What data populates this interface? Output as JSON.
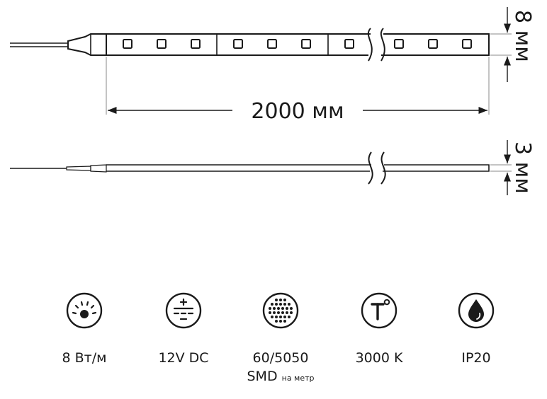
{
  "dimensions": {
    "length": "2000 мм",
    "width": "8 мм",
    "thickness": "3 мм"
  },
  "specs": [
    {
      "icon": "brightness-icon",
      "label": "8 Вт/м"
    },
    {
      "icon": "dc-voltage-icon",
      "label": "12V DC"
    },
    {
      "icon": "led-matrix-icon",
      "label": "60/5050",
      "sub": "SMD",
      "sub_small": "на метр"
    },
    {
      "icon": "color-temperature-icon",
      "label": "3000 K"
    },
    {
      "icon": "water-drop-icon",
      "label": "IP20"
    }
  ],
  "colors": {
    "line": "#1a1a1a",
    "dimension": "#8a8a8a"
  }
}
